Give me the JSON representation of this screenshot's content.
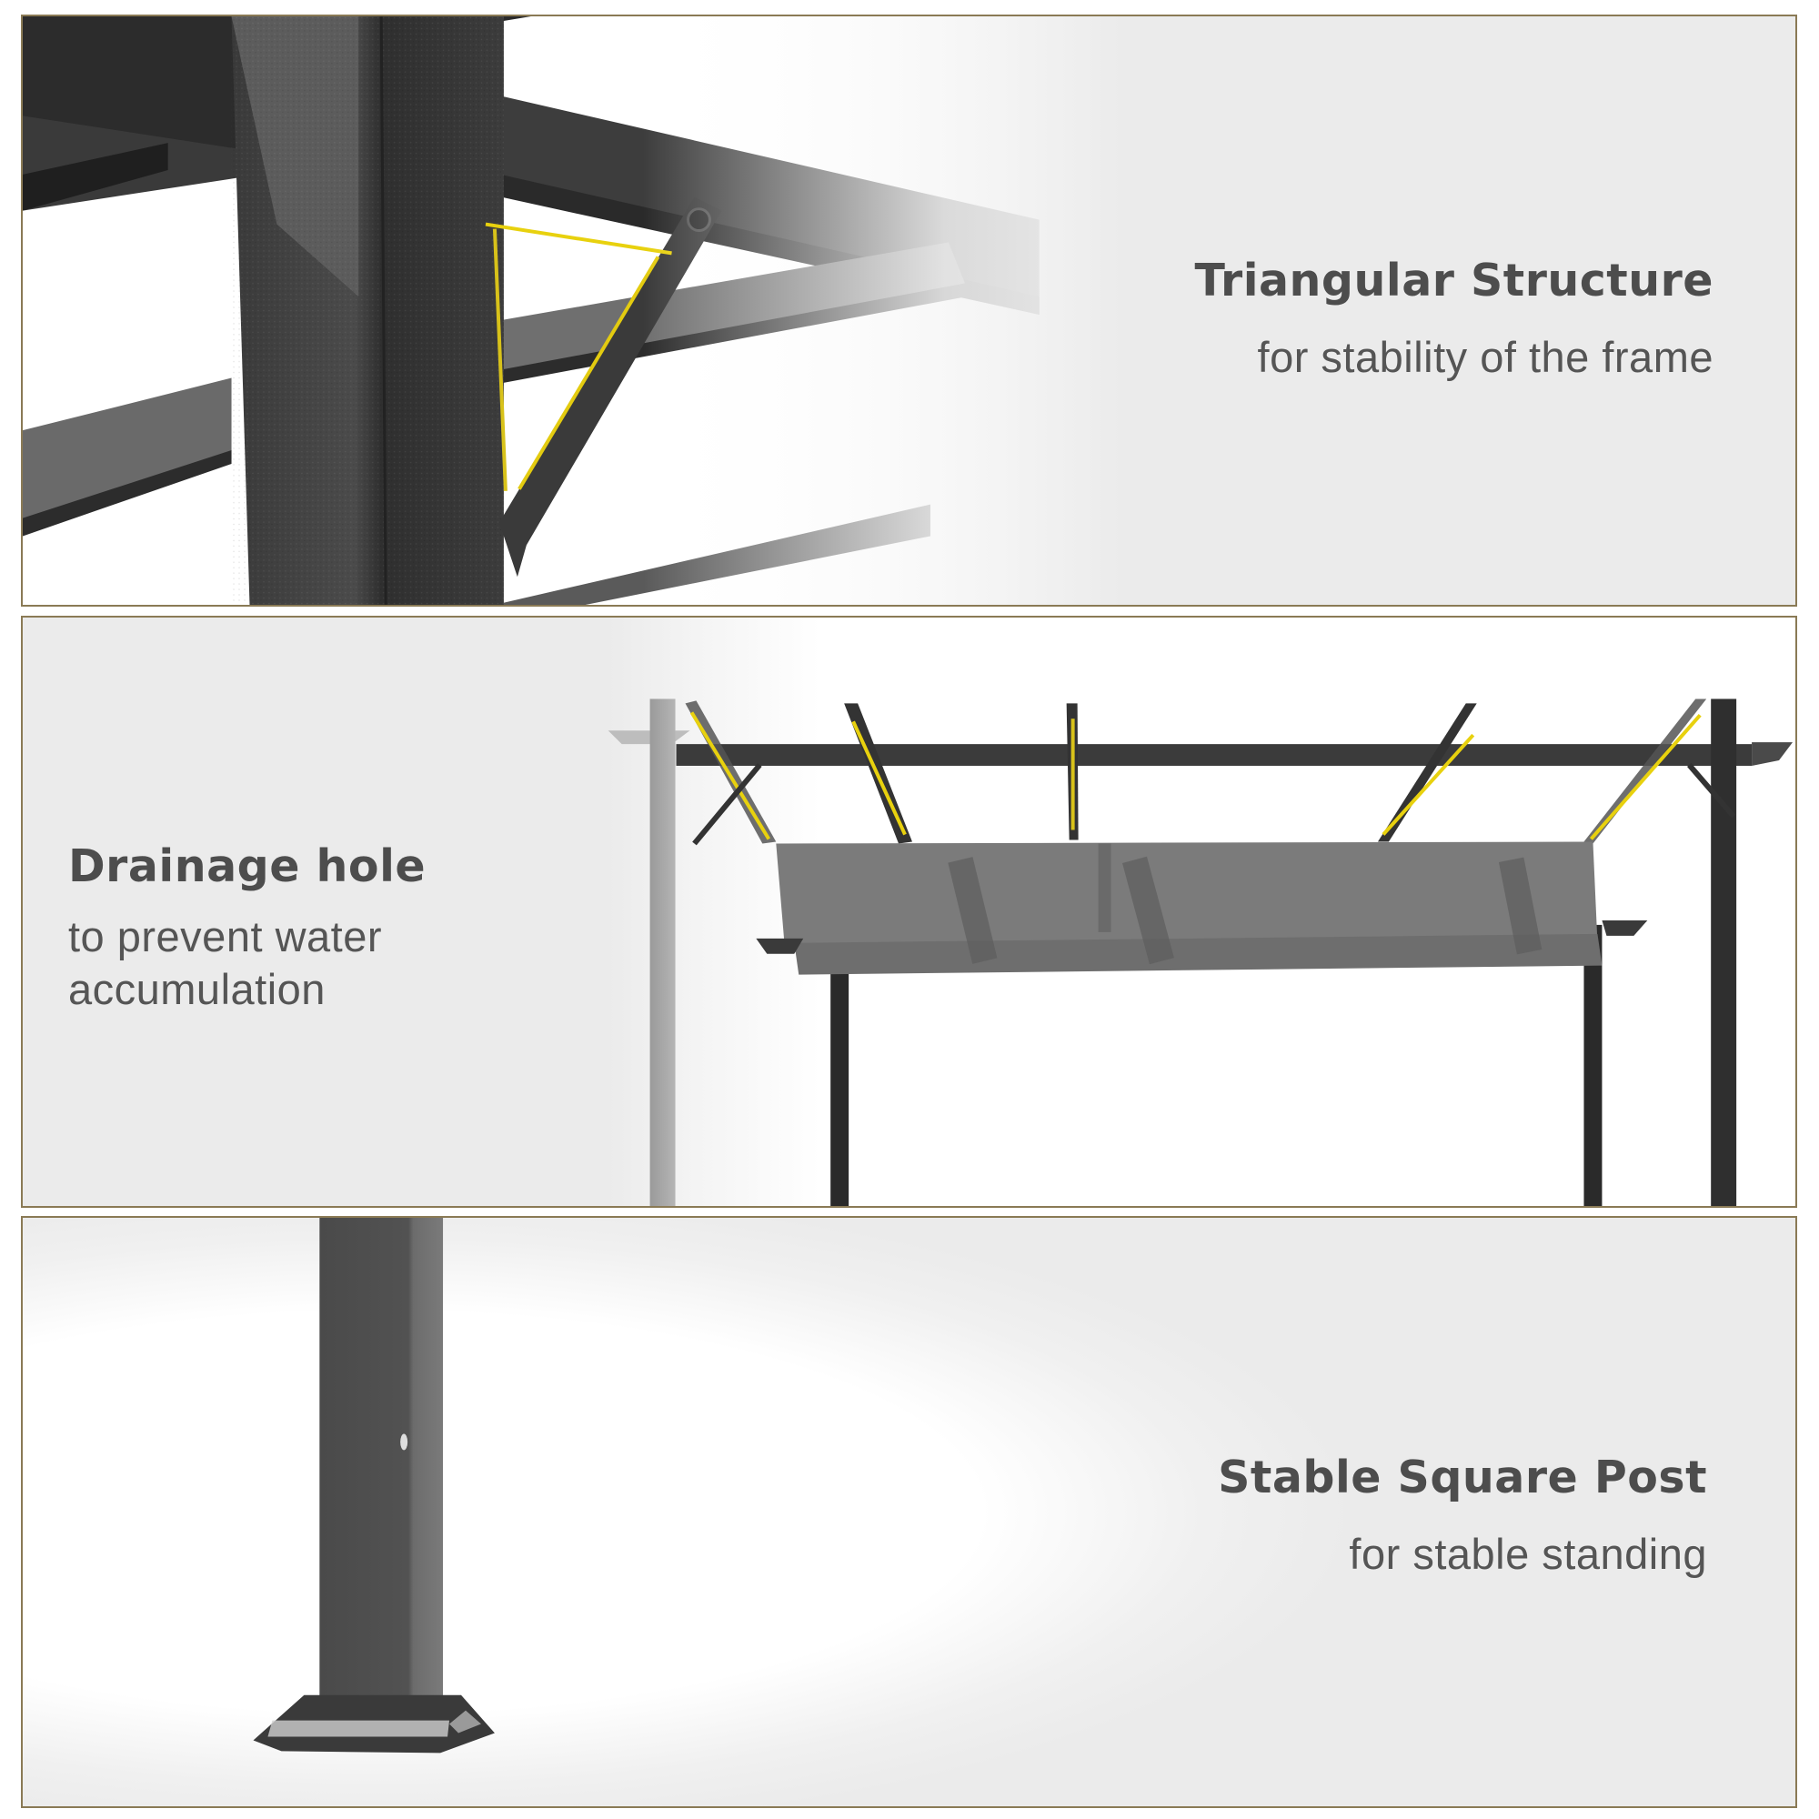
{
  "colors": {
    "panel_border": "#8a7a55",
    "panel_background": "#ebebeb",
    "text_heading": "#4d4d4d",
    "text_body": "#555555",
    "highlight_yellow": "#e8d10e",
    "metal_dark": "#2e2e2e",
    "canopy_gray": "#7a7a7a"
  },
  "panels": [
    {
      "id": "triangular-structure",
      "title": "Triangular Structure",
      "subtitle": "for stability of the frame",
      "text_alignment": "right",
      "image": "close-up-of-post-and-triangular-bracket"
    },
    {
      "id": "drainage-hole",
      "title": "Drainage hole",
      "subtitle_lines": [
        "to prevent water",
        "accumulation"
      ],
      "text_alignment": "left",
      "image": "pergola-frame-with-retractable-canopy"
    },
    {
      "id": "stable-square-post",
      "title": "Stable Square Post",
      "subtitle": "for stable standing",
      "text_alignment": "right",
      "image": "square-post-with-base-plate"
    }
  ]
}
